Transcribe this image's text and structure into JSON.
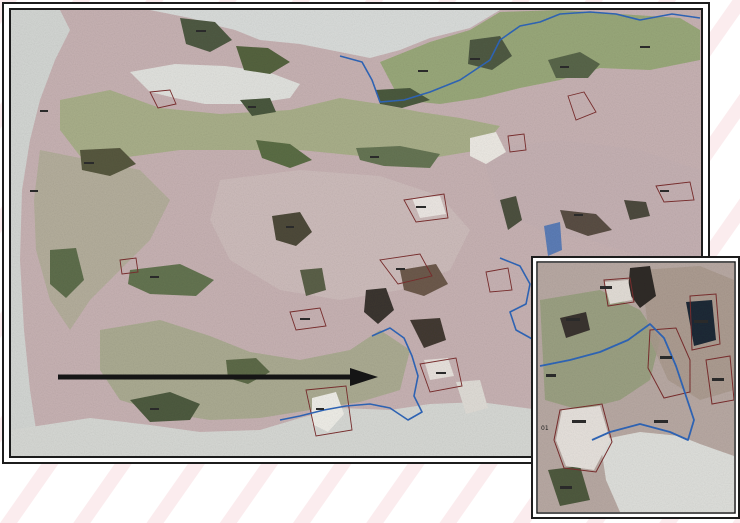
{
  "figure": {
    "main_map": {
      "kind": "satellite-composite",
      "frame": "double-border"
    },
    "inset_map": {
      "kind": "zoomed-detail",
      "frame": "double-border",
      "connector": "arrow"
    },
    "colors": {
      "frame": "#1c1c1c",
      "sea": "#d9dcda",
      "land": "#c7b2b3",
      "vegetation": "#8da56c",
      "dark_patch": "#4f5a43",
      "boundary_line": "#2f66b8",
      "area_outline": "#7a2e2e",
      "arrow": "#151515",
      "watermark": "#f2c7cc"
    },
    "arrow_icon": "right-arrow-icon",
    "inset_label": "01"
  }
}
